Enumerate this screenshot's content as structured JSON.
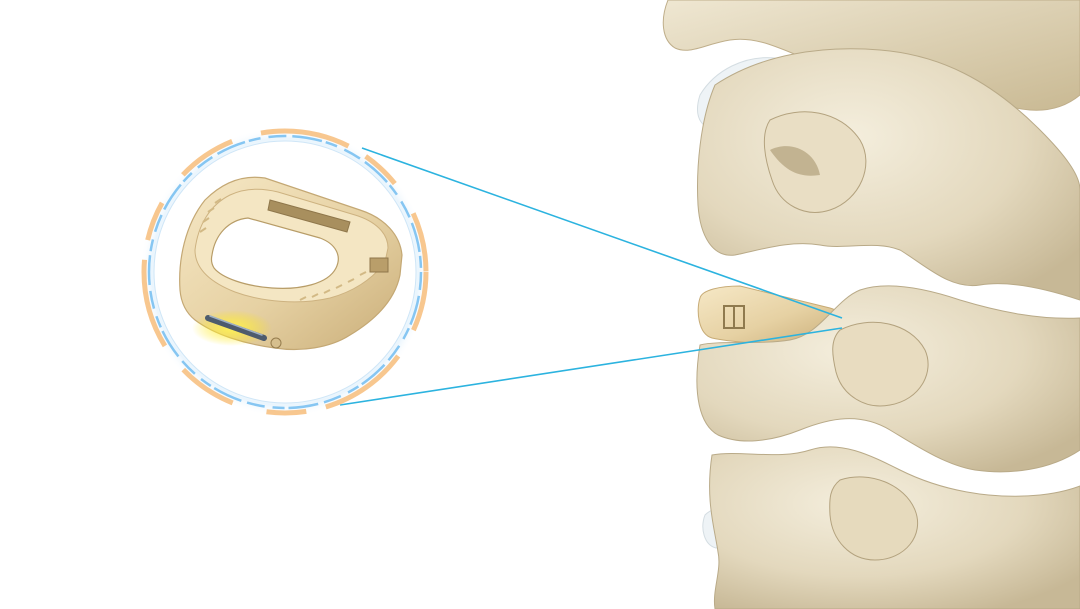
{
  "scene": {
    "subject": "cervical-interbody-cage-illustration",
    "colors": {
      "background": "#ffffff",
      "bone_light": "#ece3cd",
      "bone_mid": "#d9cdb0",
      "bone_shadow": "#b9aa88",
      "disc": "#eef3f6",
      "implant_light": "#f2e2bd",
      "implant_mid": "#e2cc9d",
      "implant_shadow": "#c9ae7a",
      "marker_glow": "#ffe600",
      "marker_rod": "#5a6a7e",
      "callout_line": "#2cb3df",
      "ring_blue": "#86c6f2",
      "ring_orange": "#f6b46a"
    },
    "icons": [
      "magnifier-callout",
      "implant-cage",
      "cervical-spine"
    ]
  }
}
